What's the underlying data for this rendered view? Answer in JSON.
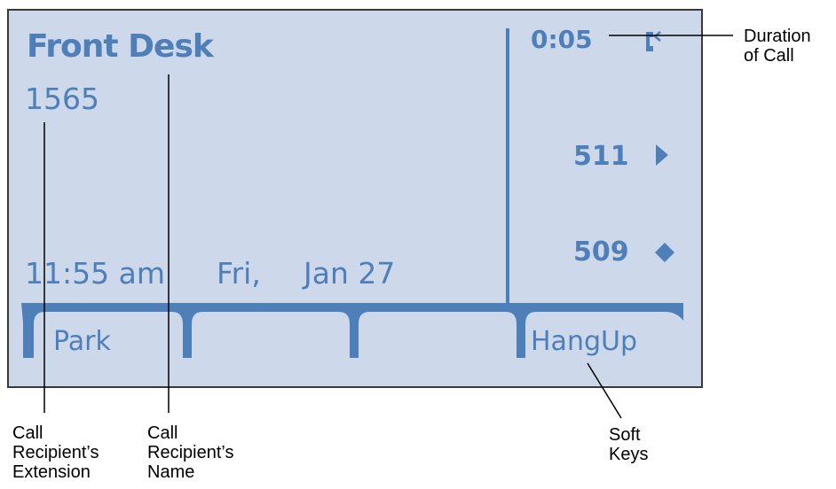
{
  "display": {
    "recipient_name": "Front Desk",
    "recipient_extension": "1565",
    "time": "11:55 am",
    "day": "Fri,",
    "date": "Jan 27",
    "call_duration": "0:05",
    "lines": [
      {
        "number": "511",
        "icon": "triangle-right-icon"
      },
      {
        "number": "509",
        "icon": "diamond-icon"
      }
    ],
    "call_icon": "handset-call-icon"
  },
  "softkeys": [
    {
      "label": "Park"
    },
    {
      "label": ""
    },
    {
      "label": ""
    },
    {
      "label": "HangUp"
    }
  ],
  "annotations": {
    "duration": [
      "Duration",
      "of Call"
    ],
    "extension": [
      "Call",
      "Recipient’s",
      "Extension"
    ],
    "name": [
      "Call",
      "Recipient’s",
      "Name"
    ],
    "softkeys": [
      "Soft",
      "Keys"
    ]
  },
  "colors": {
    "lcd_background": "#cdd8ea",
    "lcd_text": "#4f7fb8",
    "frame": "#3a3a3a"
  }
}
